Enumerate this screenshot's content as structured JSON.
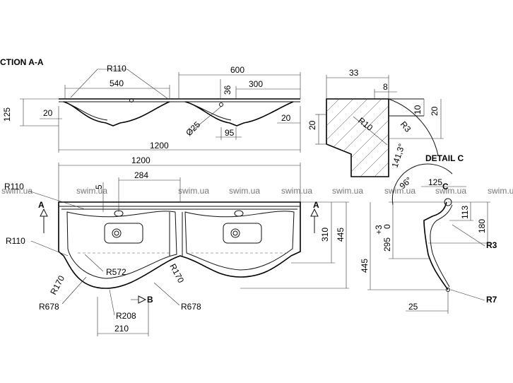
{
  "section_title": "CTION A-A",
  "detail_title": "DETAIL C",
  "watermark": "swim.ua",
  "section_view": {
    "r110": "R110",
    "d600": "600",
    "d540": "540",
    "d36": "36",
    "d300": "300",
    "d125": "125",
    "d20a": "20",
    "d20b": "20",
    "d25": "Ø25",
    "d95": "95",
    "d1200": "1200"
  },
  "detail_b": {
    "d33": "33",
    "d8": "8",
    "d10": "10",
    "d20r": "20",
    "d20l": "20",
    "r10": "R10",
    "r3": "R3",
    "a141": "141,3°"
  },
  "plan_view": {
    "d1200": "1200",
    "d284": "284",
    "d5": "5",
    "r110a": "R110",
    "r110b": "R110",
    "r572": "R572",
    "r170a": "R170",
    "r170b": "R170",
    "r678a": "R678",
    "r678b": "R678",
    "r208": "R208",
    "d210": "210",
    "d310": "310",
    "d445": "445",
    "sec_a_left": "A",
    "sec_a_right": "A",
    "b": "B"
  },
  "detail_c": {
    "ang96": "96°",
    "d125": "125",
    "d113": "113",
    "d180": "180",
    "tol_plus": "+3",
    "tol_zero": "0",
    "d295": "295",
    "d445": "445",
    "r3": "R3",
    "r7": "R7",
    "d25": "25",
    "c": "C"
  }
}
